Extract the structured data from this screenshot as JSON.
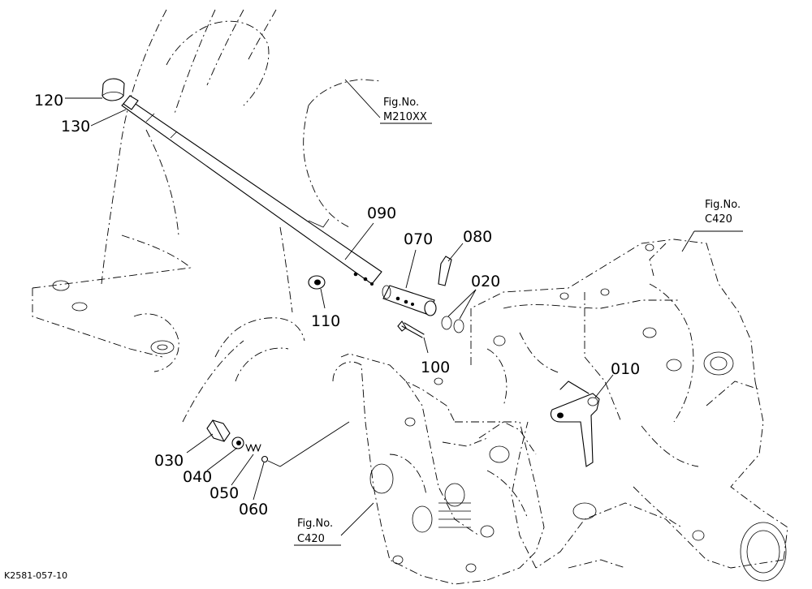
{
  "parts": {
    "p010": "010",
    "p020": "020",
    "p030": "030",
    "p040": "040",
    "p050": "050",
    "p060": "060",
    "p070": "070",
    "p080": "080",
    "p090": "090",
    "p100": "100",
    "p110": "110",
    "p120": "120",
    "p130": "130"
  },
  "figure_refs": {
    "m210": {
      "line1": "Fig.No.",
      "line2": "M210XX"
    },
    "c420_upper": {
      "line1": "Fig.No.",
      "line2": "C420"
    },
    "c420_lower": {
      "line1": "Fig.No.",
      "line2": "C420"
    }
  },
  "diagram_code": "K2581-057-10"
}
